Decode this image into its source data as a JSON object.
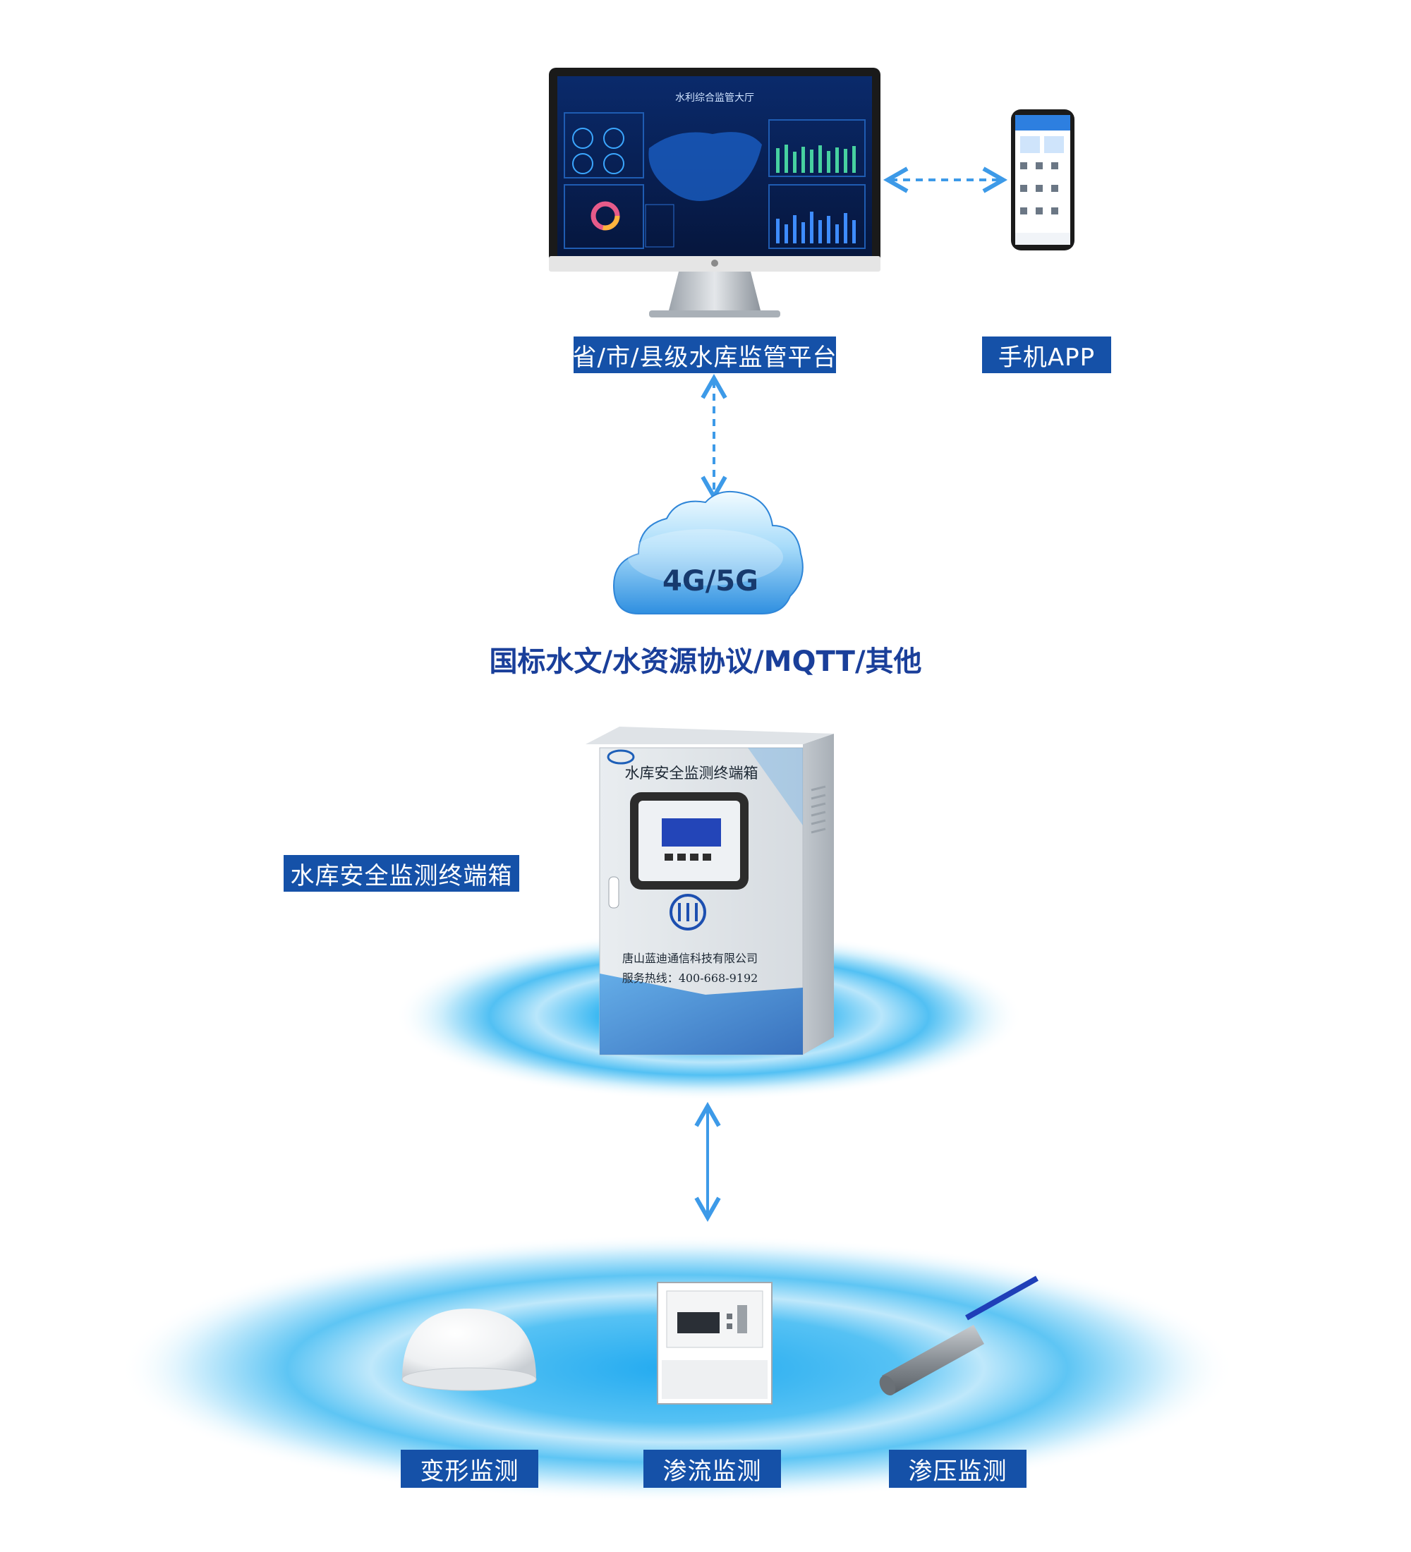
{
  "platform": {
    "monitor_title": "水利综合监管大厅",
    "label": "省/市/县级水库监管平台"
  },
  "mobile": {
    "label": "手机APP"
  },
  "network": {
    "cloud_text": "4G/5G",
    "protocols": "国标水文/水资源协议/MQTT/其他"
  },
  "terminal": {
    "label": "水库安全监测终端箱",
    "panel_title": "水库安全监测终端箱",
    "company": "唐山蓝迪通信科技有限公司",
    "hotline": "服务热线：400-668-9192"
  },
  "sensors": [
    {
      "label": "变形监测",
      "icon": "gnss-dome-icon"
    },
    {
      "label": "渗流监测",
      "icon": "data-logger-icon"
    },
    {
      "label": "渗压监测",
      "icon": "piezometer-icon"
    }
  ],
  "colors": {
    "label_bg": "#1551a8",
    "protocol_text": "#1a3f9a",
    "arrow": "#3d9ae8",
    "ring_light": "#c7ebfb",
    "ring_mid": "#6fcaf3",
    "ring_core": "#29aef0"
  }
}
